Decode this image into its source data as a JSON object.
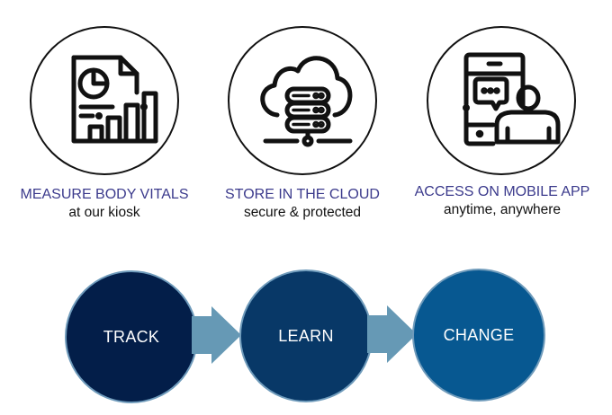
{
  "features": [
    {
      "icon": "report-chart-icon",
      "title": "MEASURE BODY VITALS",
      "subtitle": "at our kiosk"
    },
    {
      "icon": "cloud-server-icon",
      "title": "STORE IN THE CLOUD",
      "subtitle": "secure & protected"
    },
    {
      "icon": "mobile-chat-user-icon",
      "title": "ACCESS ON MOBILE APP",
      "subtitle": "anytime, anywhere"
    }
  ],
  "flow": {
    "steps": [
      {
        "label": "TRACK",
        "color": "#031e49"
      },
      {
        "label": "LEARN",
        "color": "#083867"
      },
      {
        "label": "CHANGE",
        "color": "#075891"
      }
    ],
    "arrow_color": "#6699b5"
  },
  "colors": {
    "title": "#3b3a8c",
    "subtitle": "#111111",
    "icon_stroke": "#111111"
  }
}
